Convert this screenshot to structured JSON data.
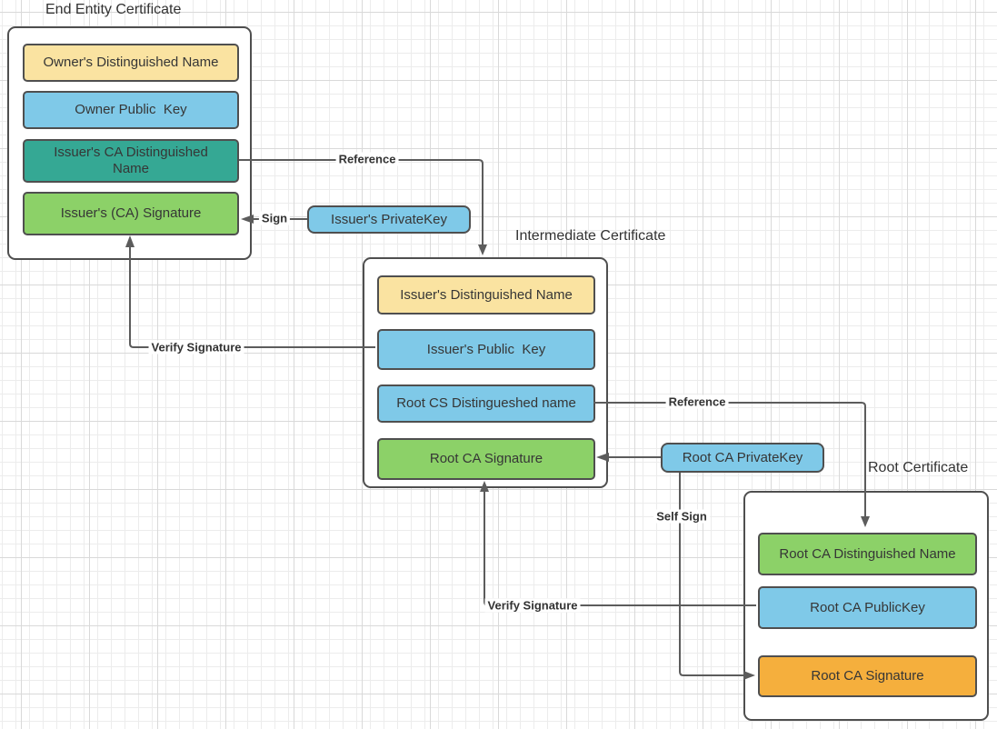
{
  "colors": {
    "yellow": "#FAE3A1",
    "blue": "#7FC9E8",
    "teal": "#35A894",
    "green": "#8CD168",
    "orange": "#F5AF3D",
    "connector": "#5c5c5c",
    "shape_border": "#4f4f4f",
    "text": "#363636",
    "grid_minor": "#ececec",
    "grid_major": "#d9d9d9"
  },
  "diagram": {
    "end_entity": {
      "title": "End Entity Certificate",
      "fields": [
        {
          "label": "Owner's Distinguished Name",
          "fill": "yellow"
        },
        {
          "label": "Owner Public  Key",
          "fill": "blue"
        },
        {
          "label": "Issuer's CA Distinguished Name",
          "fill": "teal"
        },
        {
          "label": "Issuer's (CA) Signature",
          "fill": "green"
        }
      ]
    },
    "intermediate": {
      "title": "Intermediate Certificate",
      "fields": [
        {
          "label": "Issuer's Distinguished Name",
          "fill": "yellow"
        },
        {
          "label": "Issuer's Public  Key",
          "fill": "blue"
        },
        {
          "label": "Root CS Distingueshed name",
          "fill": "blue"
        },
        {
          "label": "Root CA Signature",
          "fill": "green"
        }
      ]
    },
    "root": {
      "title": "Root Certificate",
      "fields": [
        {
          "label": "Root CA Distinguished Name",
          "fill": "green"
        },
        {
          "label": "Root CA PublicKey",
          "fill": "blue"
        },
        {
          "label": "Root CA Signature",
          "fill": "orange"
        }
      ]
    },
    "keys": {
      "issuer_private_key": {
        "label": "Issuer's PrivateKey",
        "fill": "blue"
      },
      "root_private_key": {
        "label": "Root CA PrivateKey",
        "fill": "blue"
      }
    },
    "connectors": {
      "sign": "Sign",
      "reference_top": "Reference",
      "verify_signature_top": "Verify Signature",
      "reference_bottom": "Reference",
      "self_sign": "Self Sign",
      "verify_signature_bottom": "Verify Signature"
    }
  }
}
